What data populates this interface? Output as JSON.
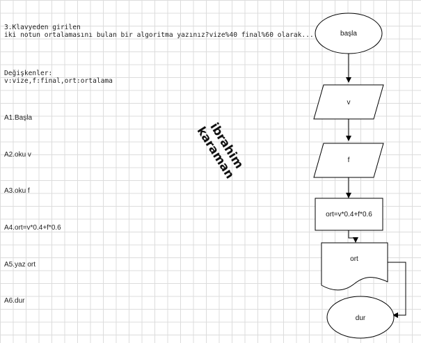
{
  "problem": {
    "line1": "3.Klavyeden girilen",
    "line2": "iki notun ortalamasını bulan bir algoritma yazınız?vize%40 final%60 olarak..."
  },
  "variables": {
    "title": "Değişkenler:",
    "list": "v:vize,f:final,ort:ortalama"
  },
  "steps": [
    "A1.Başla",
    "A2.oku v",
    "A3.oku f",
    "A4.ort=v*0.4+f*0.6",
    "A5.yaz ort",
    "A6.dur"
  ],
  "watermark": {
    "line1": "ibrahim",
    "line2": "karaman"
  },
  "flowchart": {
    "start": "başla",
    "input_v": "v",
    "input_f": "f",
    "process": "ort=v*0.4+f*0.6",
    "output": "ort",
    "end": "dur"
  }
}
